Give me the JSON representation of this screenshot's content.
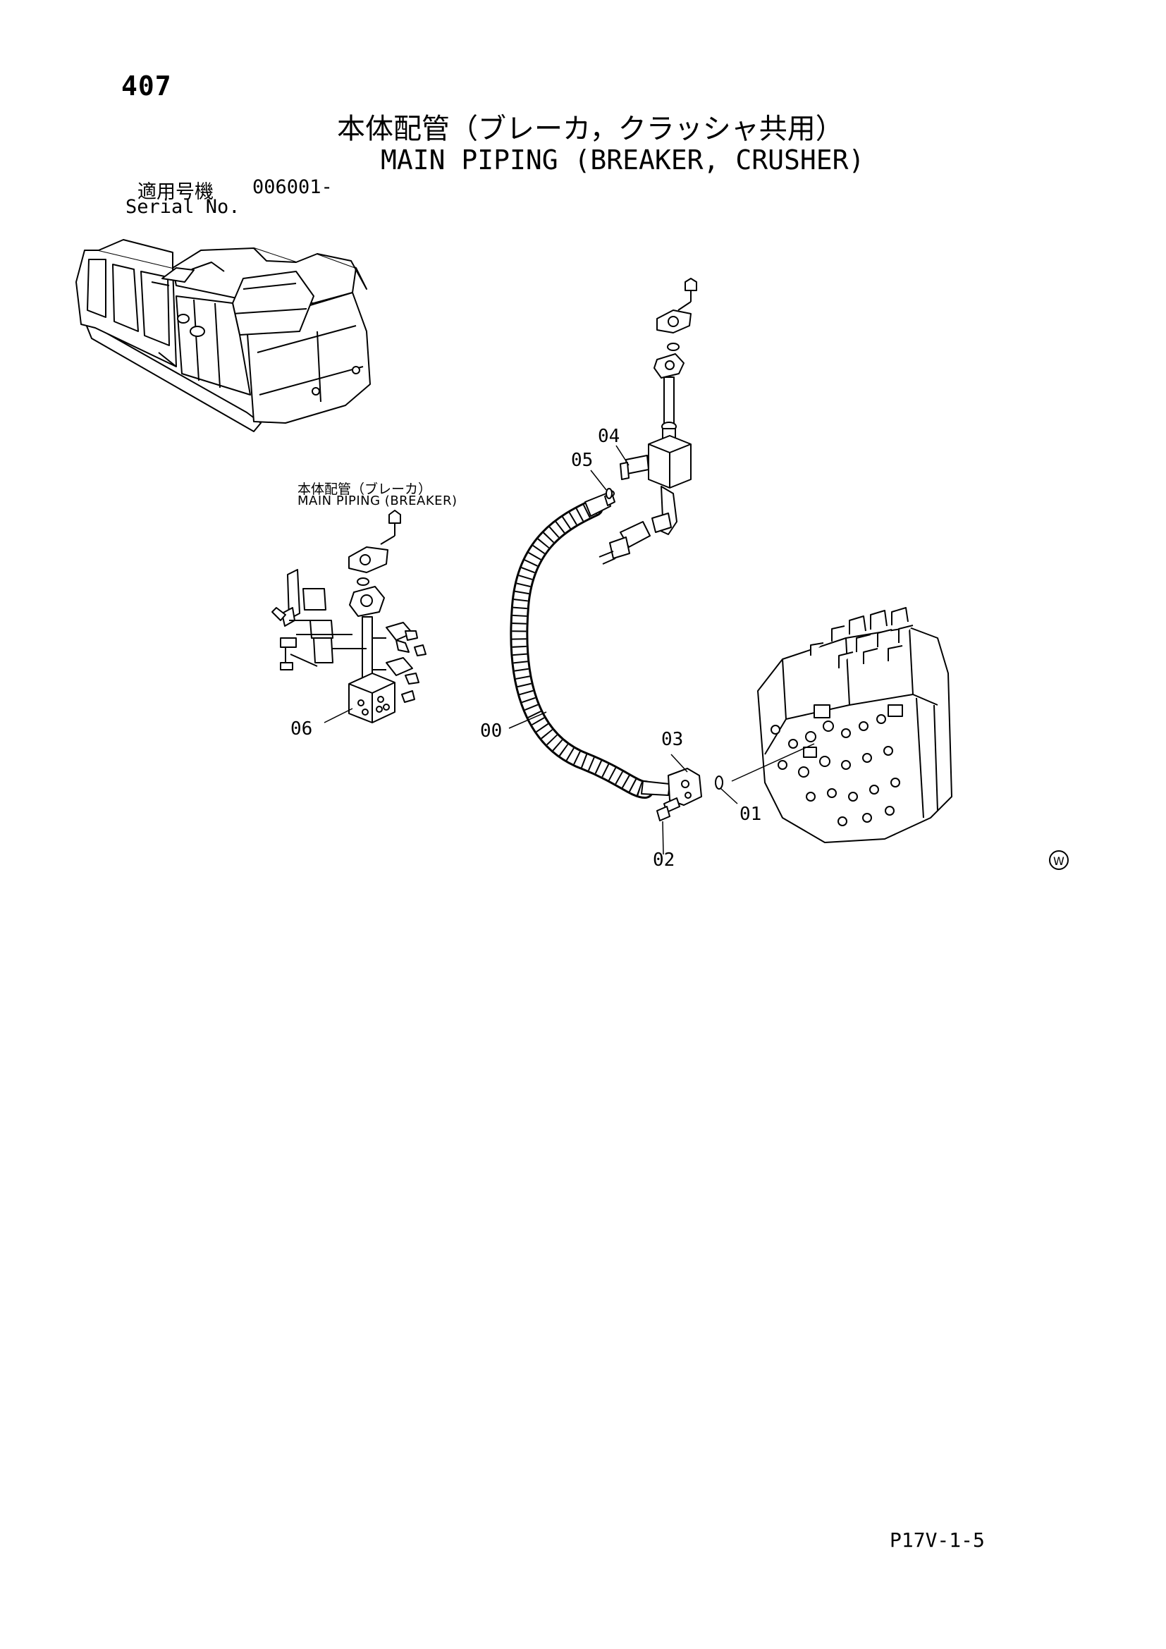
{
  "header": {
    "page_number": "407",
    "title_jp": "本体配管（ブレーカ，クラッシャ共用）",
    "title_en": "MAIN PIPING (BREAKER, CRUSHER)"
  },
  "serial": {
    "label_jp": "適用号機",
    "value": "006001-",
    "label_en": "Serial No."
  },
  "inset": {
    "title_jp": "本体配管（ブレーカ）",
    "title_en": "MAIN PIPING (BREAKER)"
  },
  "callouts": {
    "c00": "00",
    "c01": "01",
    "c02": "02",
    "c03": "03",
    "c04": "04",
    "c05": "05",
    "c06": "06"
  },
  "footer": {
    "page_code": "P17V-1-5",
    "mark": "W"
  }
}
